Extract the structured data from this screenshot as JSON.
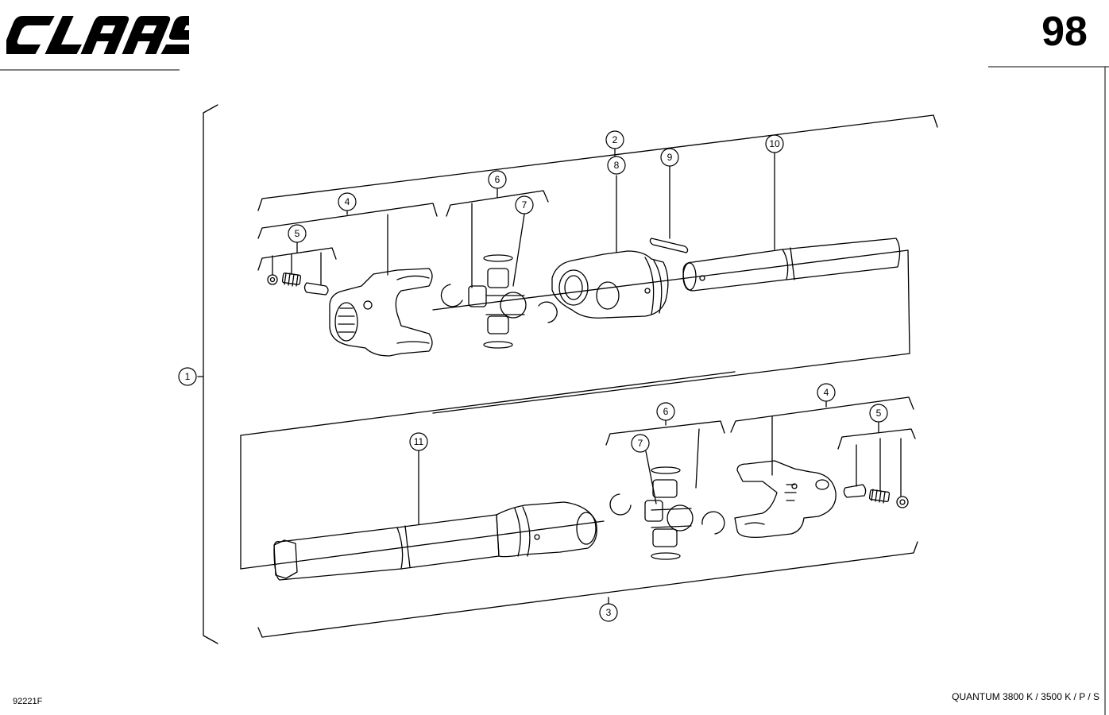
{
  "header": {
    "brand": "CLAAS",
    "page_number": "98"
  },
  "footer": {
    "drawing_code": "92221F",
    "model": "QUANTUM 3800 K / 3500 K / P / S"
  },
  "callouts": {
    "c1": "1",
    "c2": "2",
    "c3": "3",
    "c4a": "4",
    "c5a": "5",
    "c6a": "6",
    "c7a": "7",
    "c8": "8",
    "c9": "9",
    "c10": "10",
    "c4b": "4",
    "c5b": "5",
    "c6b": "6",
    "c7b": "7",
    "c11": "11"
  }
}
